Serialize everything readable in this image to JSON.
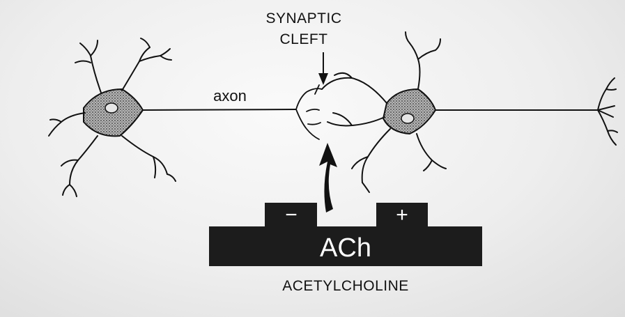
{
  "labels": {
    "synaptic_cleft_line1": "SYNAPTIC",
    "synaptic_cleft_line2": "CLEFT",
    "axon": "axon",
    "ach": "ACh",
    "acetylcholine": "ACETYLCHOLINE",
    "minus": "−",
    "plus": "+"
  },
  "colors": {
    "ink": "#111111",
    "block": "#1c1c1c",
    "block_text": "#ffffff",
    "soma_fill": "#8a8a8a"
  }
}
